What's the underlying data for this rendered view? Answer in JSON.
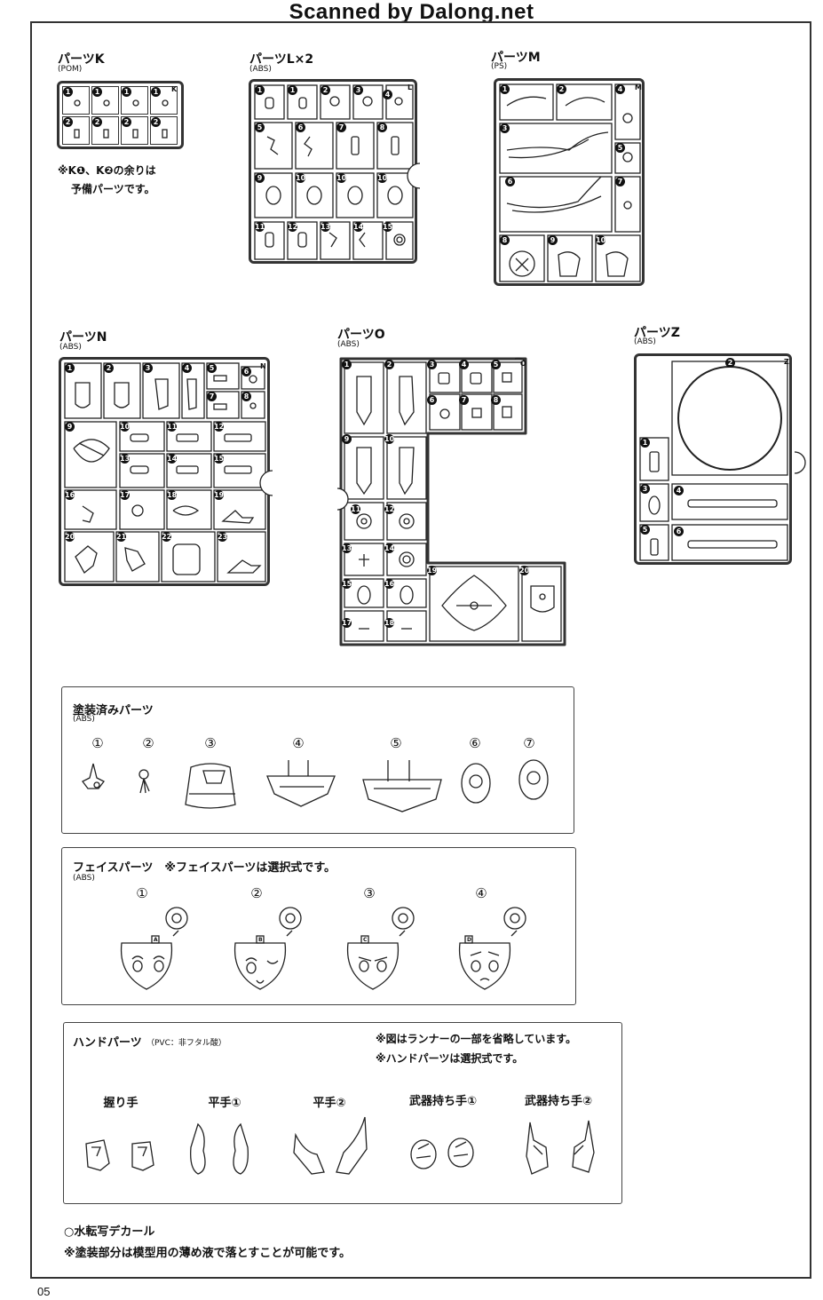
{
  "header": {
    "watermark": "Scanned by Dalong.net"
  },
  "page_number": "05",
  "runners": [
    {
      "name": "パーツK",
      "material": "(POM)",
      "letter": "K"
    },
    {
      "name": "パーツL×2",
      "material": "(ABS)",
      "letter": "L"
    },
    {
      "name": "パーツM",
      "material": "(PS)",
      "letter": "M"
    },
    {
      "name": "パーツN",
      "material": "(ABS)",
      "letter": "N"
    },
    {
      "name": "パーツO",
      "material": "(ABS)",
      "letter": "O"
    },
    {
      "name": "パーツZ",
      "material": "(ABS)",
      "letter": "Z"
    }
  ],
  "k_note": {
    "line1": "※K❶、K❷の余りは",
    "line2": "予備パーツです。"
  },
  "painted": {
    "title": "塗装済みパーツ",
    "material": "(ABS)",
    "items": [
      "①",
      "②",
      "③",
      "④",
      "⑤",
      "⑥",
      "⑦"
    ]
  },
  "face": {
    "title": "フェイスパーツ　※フェイスパーツは選択式です。",
    "material": "(ABS)",
    "items": [
      {
        "num": "①",
        "tag": "A"
      },
      {
        "num": "②",
        "tag": "B"
      },
      {
        "num": "③",
        "tag": "C"
      },
      {
        "num": "④",
        "tag": "D"
      }
    ]
  },
  "hand": {
    "title": "ハンドパーツ",
    "material": "（PVC：非フタル酸）",
    "note1": "※図はランナーの一部を省略しています。",
    "note2": "※ハンドパーツは選択式です。",
    "items": [
      "握り手",
      "平手①",
      "平手②",
      "武器持ち手①",
      "武器持ち手②"
    ]
  },
  "footer": {
    "decal": "○水転写デカール",
    "paint_note": "※塗装部分は模型用の薄め液で落とすことが可能です。"
  }
}
